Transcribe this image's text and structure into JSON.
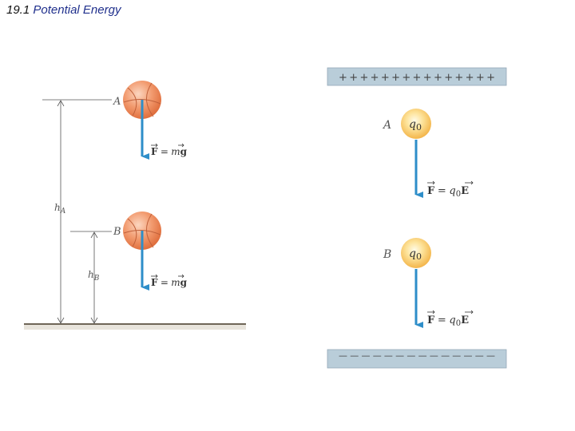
{
  "header": {
    "section_number": "19.1",
    "section_title": "Potential Energy"
  },
  "gravity_panel": {
    "point_a": "A",
    "point_b": "B",
    "height_a": {
      "symbol": "h",
      "subscript": "A"
    },
    "height_b": {
      "symbol": "h",
      "subscript": "B"
    },
    "force_label": {
      "vector": "F",
      "equals": "=",
      "mass": "m",
      "field": "g"
    }
  },
  "electric_panel": {
    "top_plate_charges": "+++++++++++++++",
    "bottom_plate_charges": "——————————————",
    "point_a": "A",
    "point_b": "B",
    "charge": {
      "symbol": "q",
      "subscript": "0"
    },
    "force_label": {
      "vector": "F",
      "equals": "=",
      "charge_symbol": "q",
      "charge_subscript": "0",
      "field": "E"
    }
  },
  "colors": {
    "arrow": "#2e8ec9",
    "ball": "#f29a6e",
    "charge_ball": "#f6c35c",
    "plate": "#b9cdd9",
    "ground": "#8a7f70"
  }
}
